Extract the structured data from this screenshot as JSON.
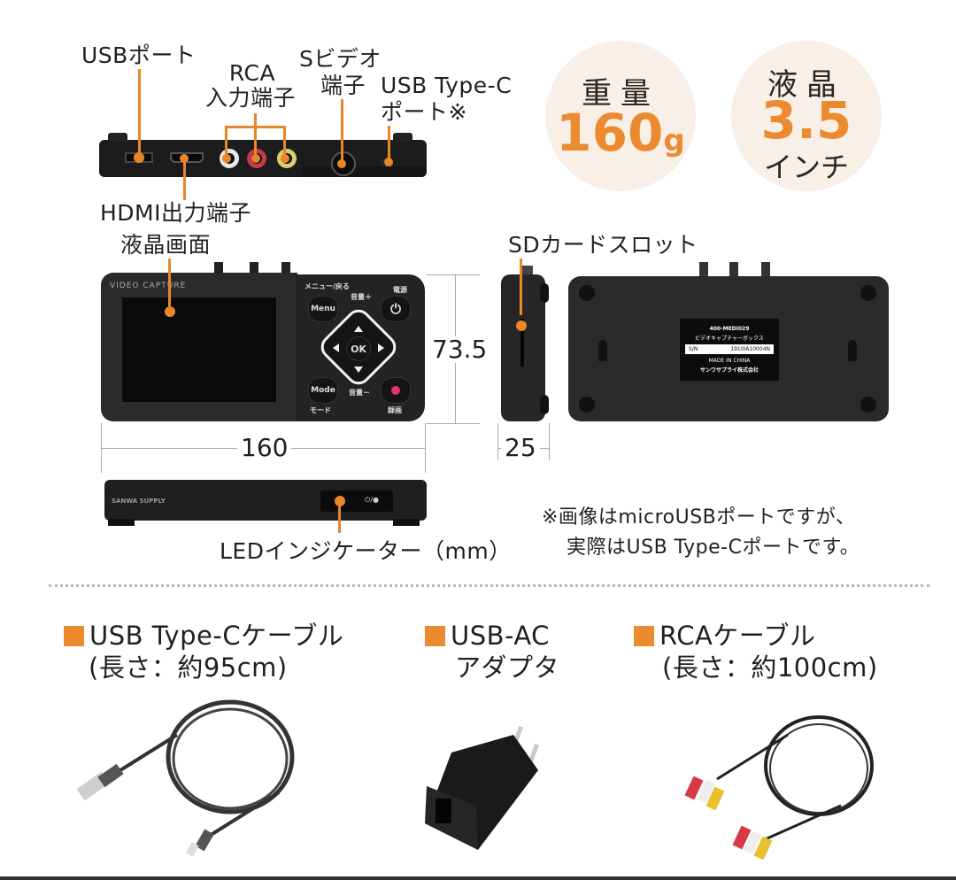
{
  "port_labels": {
    "usb_port": "USBポート",
    "rca_input_line1": "RCA",
    "rca_input_line2": "入力端子",
    "s_video_line1": "Sビデオ",
    "s_video_line2": "端子",
    "usb_type_c_line1": "USB Type-C",
    "usb_type_c_line2": "ポート※",
    "hdmi_output": "HDMI出力端子"
  },
  "badges": [
    {
      "key": "重量",
      "value": "160",
      "unit": "g"
    },
    {
      "key": "液晶",
      "value": "3.5",
      "unit": "インチ"
    }
  ],
  "front_view": {
    "lcd_label": "液晶画面",
    "brand_print": "VIDEO CAPTURE",
    "buttons": {
      "menu_caption": "メニュー/戻る",
      "menu": "Menu",
      "volume_up": "音量＋",
      "power_caption": "電源",
      "power_icon": "⏻",
      "ok": "OK",
      "mode": "Mode",
      "mode_caption": "モード",
      "volume_down": "音量－",
      "record_caption": "録画"
    }
  },
  "dimensions": {
    "width": "160",
    "height": "73.5",
    "depth": "25",
    "unit_note": "（mm）"
  },
  "side_view": {
    "sd_slot_label": "SDカードスロット"
  },
  "rear_label": {
    "model": "400-MEDI029",
    "product": "ビデオキャプチャーボックス",
    "sn_key": "S/N",
    "sn_value": "1910IA10004N",
    "origin": "MADE IN CHINA",
    "maker": "サンワサプライ株式会社"
  },
  "bottom_view": {
    "brand_print": "SANWA SUPPLY",
    "led_print": "⏻/●",
    "led_label": "LEDインジケーター",
    "unit_label": "（mm）"
  },
  "note": {
    "line1": "※画像はmicroUSBポートですが、",
    "line2": "実際はUSB Type-Cポートです。"
  },
  "accessories": [
    {
      "title": "USB Type-Cケーブル",
      "sub": "(長さ：約95cm)"
    },
    {
      "title": "USB-AC",
      "sub": "アダプタ"
    },
    {
      "title": "RCAケーブル",
      "sub": "(長さ：約100cm)"
    }
  ],
  "colors": {
    "accent_orange": "#ec8a30",
    "badge_bg": "#f8efe6",
    "device_body": "#1e1e1e",
    "dimension_line": "#aaaaaa"
  }
}
